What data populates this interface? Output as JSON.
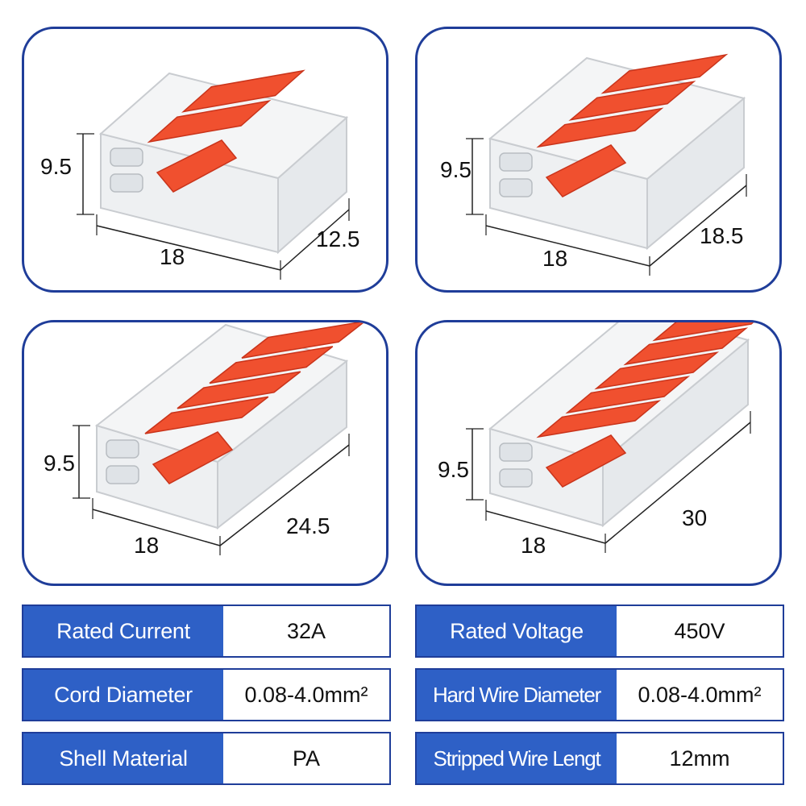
{
  "products": [
    {
      "height": "9.5",
      "width": "18",
      "depth": "12.5",
      "levers": 2
    },
    {
      "height": "9.5",
      "width": "18",
      "depth": "18.5",
      "levers": 3
    },
    {
      "height": "9.5",
      "width": "18",
      "depth": "24.5",
      "levers": 4
    },
    {
      "height": "9.5",
      "width": "18",
      "depth": "30",
      "levers": 5
    }
  ],
  "specs": [
    {
      "label": "Rated Current",
      "value": "32A"
    },
    {
      "label": "Rated Voltage",
      "value": "450V"
    },
    {
      "label": "Cord Diameter",
      "value": "0.08-4.0mm²"
    },
    {
      "label": "Hard Wire Diameter",
      "value": "0.08-4.0mm²"
    },
    {
      "label": "Shell Material",
      "value": "PA"
    },
    {
      "label": "Stripped Wire Lengt",
      "value": "12mm"
    }
  ],
  "colors": {
    "frame": "#1f3d99",
    "label_bg": "#2e60c6",
    "lever": "#f0502f",
    "lever_dark": "#c9341b"
  }
}
